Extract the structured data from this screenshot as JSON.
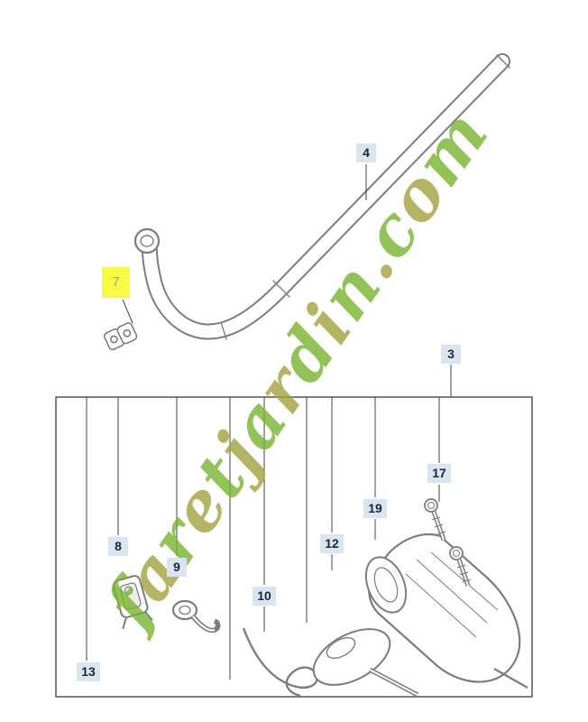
{
  "watermark": {
    "text": "faretjardin.com",
    "color_a": "#76b52c",
    "color_b": "#a2a23c"
  },
  "panel": {
    "background": "#ffffff",
    "line_color": "#7d7d7d",
    "label_bg": "#d9e6f2",
    "label_text": "#1c2733",
    "highlight_bg": "#f7fa3e",
    "highlight_text": "#98a0a8"
  },
  "labels": [
    {
      "id": "4",
      "highlighted": false
    },
    {
      "id": "7",
      "highlighted": true
    },
    {
      "id": "3",
      "highlighted": false
    },
    {
      "id": "17",
      "highlighted": false
    },
    {
      "id": "19",
      "highlighted": false
    },
    {
      "id": "12",
      "highlighted": false
    },
    {
      "id": "8",
      "highlighted": false
    },
    {
      "id": "9",
      "highlighted": false
    },
    {
      "id": "10",
      "highlighted": false
    },
    {
      "id": "13",
      "highlighted": false
    }
  ]
}
